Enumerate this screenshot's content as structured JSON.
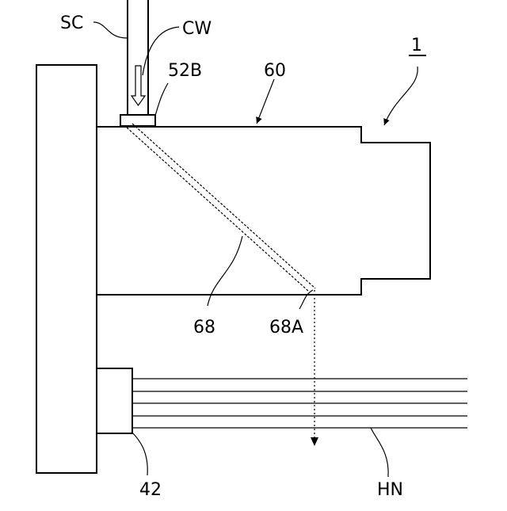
{
  "figure": {
    "labels": {
      "sc": "SC",
      "cw": "CW",
      "ref_52b": "52B",
      "ref_60": "60",
      "ref_1": "1",
      "ref_68": "68",
      "ref_68a": "68A",
      "ref_42": "42",
      "hn": "HN"
    }
  }
}
